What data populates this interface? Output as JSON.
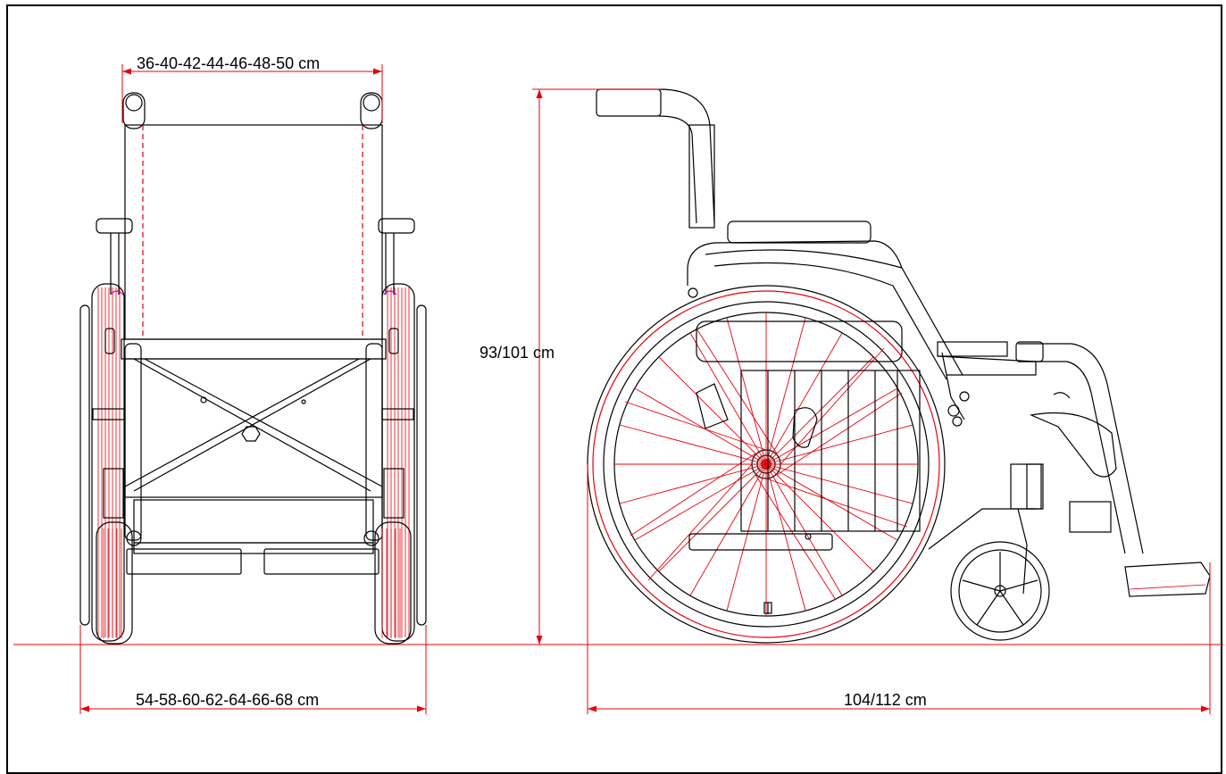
{
  "dimensions": {
    "seat_width": "36-40-42-44-46-48-50 cm",
    "overall_width": "54-58-60-62-64-66-68 cm",
    "overall_height": "93/101 cm",
    "overall_length": "104/112 cm"
  },
  "colors": {
    "outline": "#000000",
    "dimension_line": "#e8000b",
    "accent": "#d400d4"
  }
}
